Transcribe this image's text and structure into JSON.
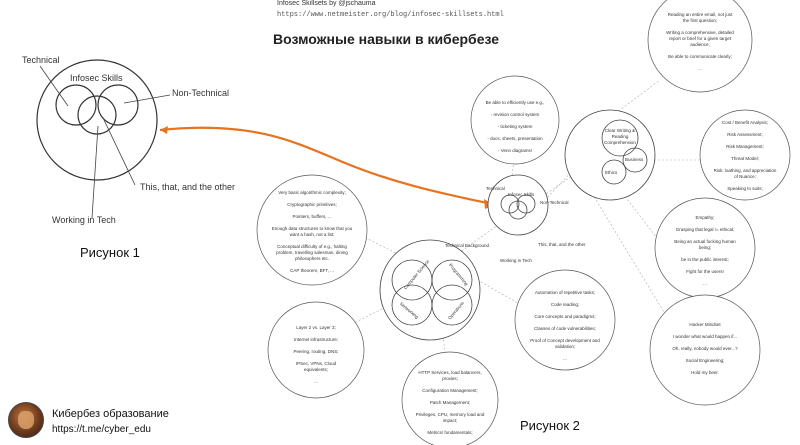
{
  "header": {
    "source_title": "Infosec Skillsets by @jschauma",
    "source_url": "https://www.netmeister.org/blog/infosec-skillsets.html",
    "slide_title": "Возможные навыки в кибербезе"
  },
  "figure1": {
    "caption": "Рисунок 1",
    "labels": {
      "technical": "Technical",
      "infosec_skills": "Infosec Skills",
      "non_technical": "Non-Technical",
      "this_that_other": "This, that, and the other",
      "working_in_tech": "Working in Tech"
    }
  },
  "figure2": {
    "caption": "Рисунок 2",
    "center_labels": {
      "technical": "Technical",
      "infosec_skills": "Infosec Skills",
      "non_technical": "Non-Technical",
      "this_that_other": "This, that, and the other",
      "working_in_tech": "Working in Tech",
      "technical_background": "Technical Background"
    },
    "tech_sub": {
      "computer_science": "Computer Science",
      "programming": "Programming",
      "networking": "Networking",
      "operations": "Operations"
    },
    "nontech_sub": {
      "clear_writing": "Clear Writing & Reading Comprehension",
      "business": "Business",
      "ethics": "Ethics"
    },
    "bubbles": {
      "writing": "Reading an entire email, not just the first question;\n\nWriting a comprehensive, detailed report or brief for a given target audience;\n\nBe able to communicate clearly;\n\n...",
      "tools": "Be able to efficiently use e.g.,\n\n- revision control system\n\n- ticketing system\n\n- docs, sheets, presentation\n\n- Venn diagrams!",
      "business": "Cost / Benefit Analysis;\n\nRisk Assessment;\n\nRisk Management;\n\nThreat Model;\n\nRisk: loathing, and appreciation of Nuance;\n\nSpeaking to suits;",
      "cs": "Very basic algorithmic complexity;\n\nCryptographic primitives;\n\nPointers, buffers, ...\n\nEnough data structures to know that you want a hash, not a list;\n\nConceptual difficulty of e.g., halting problem, travelling salesman, dining philosophers etc.\n\nCAP theorem, BFT, ...",
      "ethics": "Empathy;\n\nGrasping that legal != ethical;\n\nBeing an actual fucking human being;\n\nbe in the public interest;\n\nFight for the users!\n\n...",
      "programming": "Automation of repetitive tasks;\n\nCode reading;\n\nCore concepts and paradigms;\n\nClasses of code vulnerabilities;\n\nProof of Concept development and validation;\n\n...",
      "networking": "Layer 2 vs. Layer 3;\n\nInternet infrastructure;\n\nPeering, routing, DNS;\n\nIPSec, VPNs, Cloud equivalents;\n\n...",
      "hacker": "Hacker Mindset\n\nI wonder what would happen if...\n\nOh, really, nobody would ever...?\n\nSocial Engineering;\n\nHold my beer.",
      "operations": "HTTP Services, load balancers, proxies;\n\nConfiguration Management;\n\nPatch Management;\n\nPrivileges, CPU, memory load and impact;\n\nMetrics/ fundamentals;"
    }
  },
  "brand": {
    "name": "Кибербез образование",
    "link": "https://t.me/cyber_edu"
  },
  "colors": {
    "arrow": "#e8731f",
    "line": "#999999"
  }
}
